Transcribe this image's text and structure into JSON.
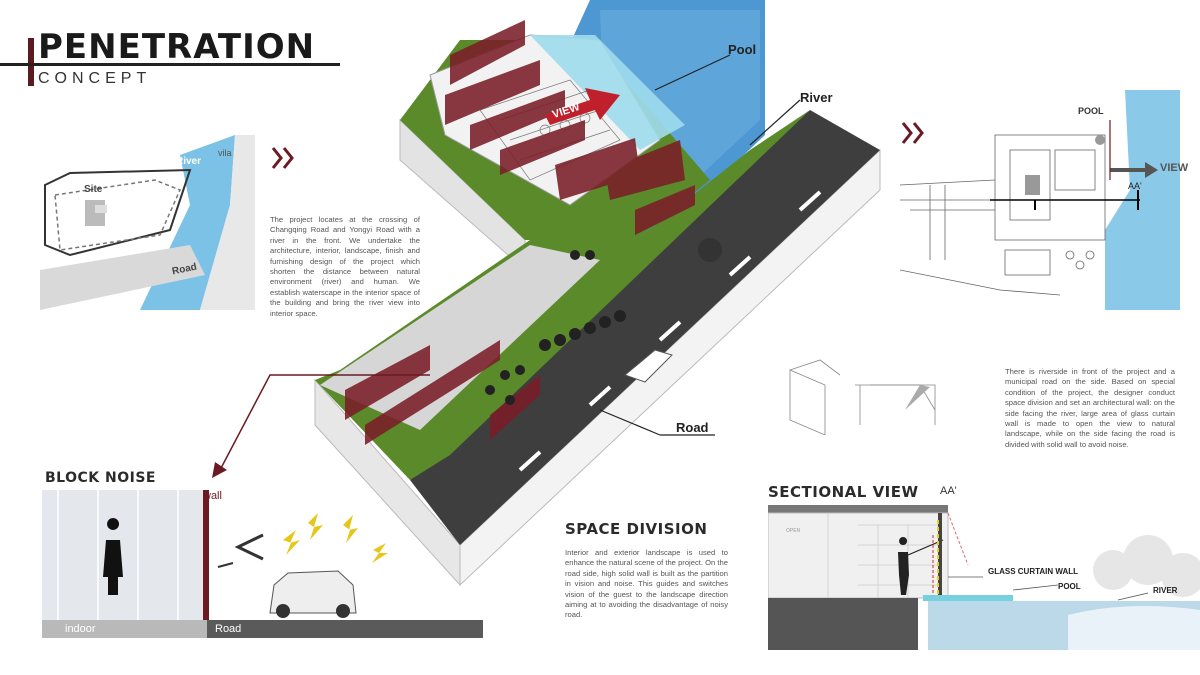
{
  "header": {
    "title": "PENETRATION",
    "subtitle": "CONCEPT"
  },
  "site_map": {
    "river_label": "River",
    "villa_label": "vila",
    "site_label": "Site",
    "road_label": "Road"
  },
  "intro_text": "The project locates at the crossing of Changqing Road and Yongyi Road with a river in the front. We undertake the architecture, interior, landscape, finish and furnishing design of the project which shorten the distance between natural environment (river) and human. We establish waterscape in the interior space of the building and bring the river view into interior space.",
  "axonometric": {
    "pool_label": "Pool",
    "river_label": "River",
    "road_label": "Road",
    "view_label": "VIEW"
  },
  "plan": {
    "pool_label": "POOL",
    "view_label": "VIEW",
    "section_mark": "AA'"
  },
  "right_text": "There is riverside in front of the project and a municipal road on the side. Based on special condition of the project, the designer conduct space division and set an architectural wall: on the side facing the river, large area of glass curtain wall is made to open the view to natural landscape, while on the side facing the road is divided with solid wall to avoid noise.",
  "block_noise": {
    "title": "BLOCK NOISE",
    "wall_label": "wall",
    "indoor_label": "indoor",
    "road_label": "Road"
  },
  "space_division": {
    "title": "SPACE DIVISION",
    "text": "Interior and exterior landscape is used to enhance the natural scene of the project. On the road side, high solid wall is built as the partition in vision and noise. This guides and switches vision of the guest to the landscape direction aiming at to avoiding the disadvantage of noisy road."
  },
  "sectional_view": {
    "title": "SECTIONAL VIEW",
    "mark": "AA'",
    "glass_label": "GLASS CURTAIN WALL",
    "pool_label": "POOL",
    "river_label": "RIVER",
    "open_label": "OPEN"
  },
  "colors": {
    "accent": "#6b1a22",
    "water": "#5aa7d8",
    "grass": "#5b8a2a",
    "road": "#3e3e3e"
  }
}
